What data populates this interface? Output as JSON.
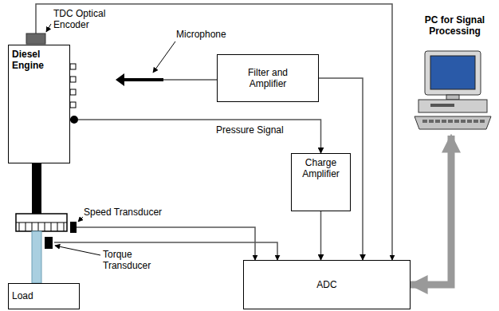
{
  "diagram": {
    "nodes": [
      {
        "text": [
          "Diesel Engine"
        ]
      },
      {
        "text": [
          "Filter and Amplifier"
        ]
      },
      {
        "text": [
          "Charge Amplifier"
        ]
      },
      {
        "text": [
          "Load"
        ]
      },
      {
        "text": [
          "ADC"
        ]
      },
      {
        "text": [
          "PC for Signal Processing"
        ]
      }
    ],
    "edges": [
      {
        "from": 0,
        "to": 2,
        "arrow": "to"
      },
      {
        "from": 1,
        "to": 4,
        "arrow": "to"
      },
      {
        "from": 2,
        "to": 4,
        "arrow": "to"
      },
      {
        "from": 4,
        "to": 5,
        "arrow": "both"
      }
    ],
    "labels": [
      "TDC Optical Encoder",
      "Microphone",
      "Pressure Signal",
      "Speed Transducer",
      "Torque Transducer"
    ]
  }
}
